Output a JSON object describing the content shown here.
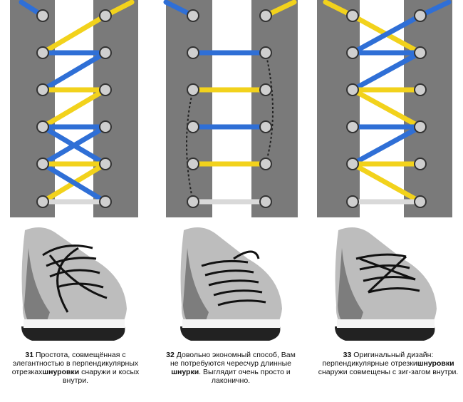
{
  "panels": [
    {
      "number": "31",
      "caption_a": "Простота, совмещённая с элегантностью в перпендикулярных отрезках",
      "caption_bold": "шнуровки",
      "caption_b": "снаружи и косых внутри."
    },
    {
      "number": "32",
      "caption_a": "Довольно экономный способ, Вам не потребуются чересчур длинные",
      "caption_bold": "шнурки",
      "caption_b": ". Выглядит очень просто и лаконично."
    },
    {
      "number": "33",
      "caption_a": "Оригинальный дизайн: перпендикулярные отрезки",
      "caption_bold": "шнуровки",
      "caption_b": "снаружи совмещены с зиг-загом  внутри."
    }
  ],
  "colors": {
    "panel_gray": "#7a7a7a",
    "lace_blue": "#2f6fd6",
    "lace_yellow": "#f2d21c",
    "lace_white": "#d9d9d9",
    "lace_black": "#111111",
    "shoe_gray": "#b9b9b9",
    "shoe_sole": "#ffffff"
  }
}
